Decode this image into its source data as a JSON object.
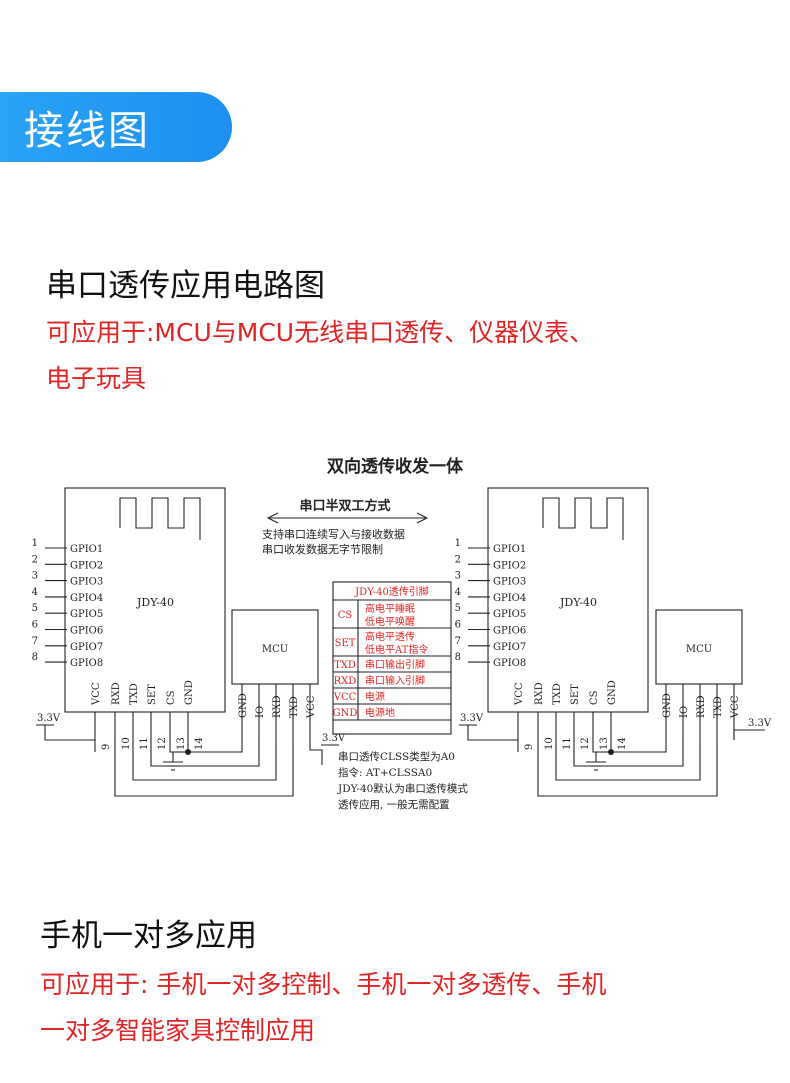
{
  "banner": {
    "title": "接线图"
  },
  "section1": {
    "title": "串口透传应用电路图",
    "desc_line1": "可应用于:MCU与MCU无线串口透传、仪器仪表、",
    "desc_line2": "电子玩具"
  },
  "diagram": {
    "title": "双向透传收发一体",
    "mode_label": "串口半双工方式",
    "note_line1": "支持串口连续写入与接收数据",
    "note_line2": "串口收发数据无字节限制",
    "module_name": "JDY-40",
    "mcu_name": "MCU",
    "gpio_pins": [
      "GPIO1",
      "GPIO2",
      "GPIO3",
      "GPIO4",
      "GPIO5",
      "GPIO6",
      "GPIO7",
      "GPIO8"
    ],
    "gpio_numbers": [
      "1",
      "2",
      "3",
      "4",
      "5",
      "6",
      "7",
      "8"
    ],
    "bottom_pins": [
      "VCC",
      "RXD",
      "TXD",
      "SET",
      "CS",
      "GND"
    ],
    "bottom_pin_numbers": [
      "9",
      "10",
      "11",
      "12",
      "13",
      "14"
    ],
    "mcu_pins": [
      "GND",
      "IO",
      "RXD",
      "TXD",
      "VCC"
    ],
    "voltage": "3.3V",
    "pin_table": {
      "title": "JDY-40透传引脚",
      "rows": [
        {
          "pin": "CS",
          "desc1": "高电平睡眠",
          "desc2": "低电平唤醒"
        },
        {
          "pin": "SET",
          "desc1": "高电平透传",
          "desc2": "低电平AT指令"
        },
        {
          "pin": "TXD",
          "desc1": "串口输出引脚",
          "desc2": ""
        },
        {
          "pin": "RXD",
          "desc1": "串口输入引脚",
          "desc2": ""
        },
        {
          "pin": "VCC",
          "desc1": "电源",
          "desc2": ""
        },
        {
          "pin": "GND",
          "desc1": "电源地",
          "desc2": ""
        }
      ]
    },
    "footer_line1": "串口透传CLSS类型为A0",
    "footer_line2": "指令: AT+CLSSA0",
    "footer_line3": "JDY-40默认为串口透传模式",
    "footer_line4": "透传应用, 一般无需配置"
  },
  "section2": {
    "title": "手机一对多应用",
    "desc_line1": "可应用于: 手机一对多控制、手机一对多透传、手机",
    "desc_line2": "一对多智能家具控制应用"
  },
  "colors": {
    "banner": "#1d8ff0",
    "accent_red": "#e02424",
    "line_dark": "#222222"
  }
}
